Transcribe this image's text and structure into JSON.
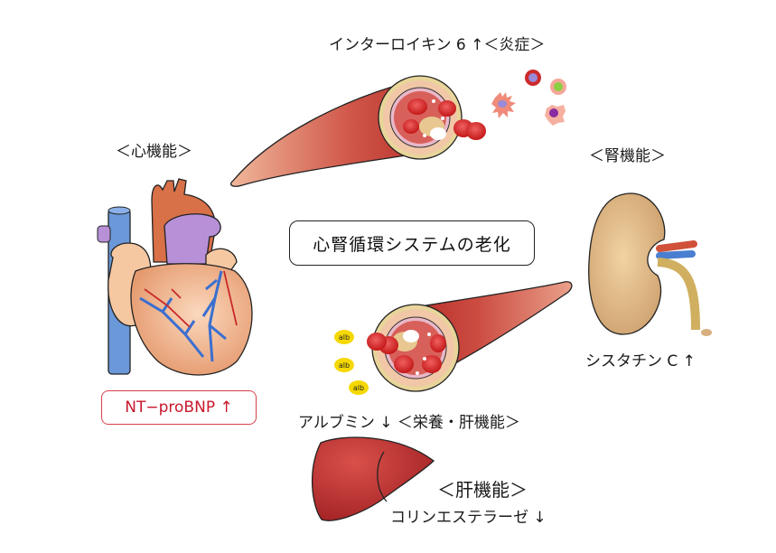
{
  "diagram": {
    "center_title": "心腎循環システムの老化",
    "sections": {
      "heart": {
        "heading": "＜心機能＞",
        "marker": "NT−proBNP ↑"
      },
      "kidney": {
        "heading": "＜腎機能＞",
        "marker": "シスタチン C ↑"
      },
      "inflammation": {
        "marker": "インターロイキン 6 ↑＜炎症＞"
      },
      "nutrition": {
        "marker": "アルブミン ↓  ＜栄養・肝機能＞",
        "albumin_particle_label": "alb"
      },
      "liver": {
        "heading": "＜肝機能＞",
        "marker": "コリンエステラーゼ ↓"
      }
    },
    "colors": {
      "bnp_accent": "#c8182c",
      "vessel": "#c0453a",
      "heart": "#e8a27a",
      "vein_blue": "#3a6fd0",
      "kidney": "#d9b07c",
      "liver": "#b8302e",
      "albumin": "#f5d800"
    },
    "illustrations": [
      "heart-icon",
      "blood-vessel-icon",
      "immune-cells-icon",
      "kidney-icon",
      "liver-icon",
      "albumin-icon"
    ]
  }
}
